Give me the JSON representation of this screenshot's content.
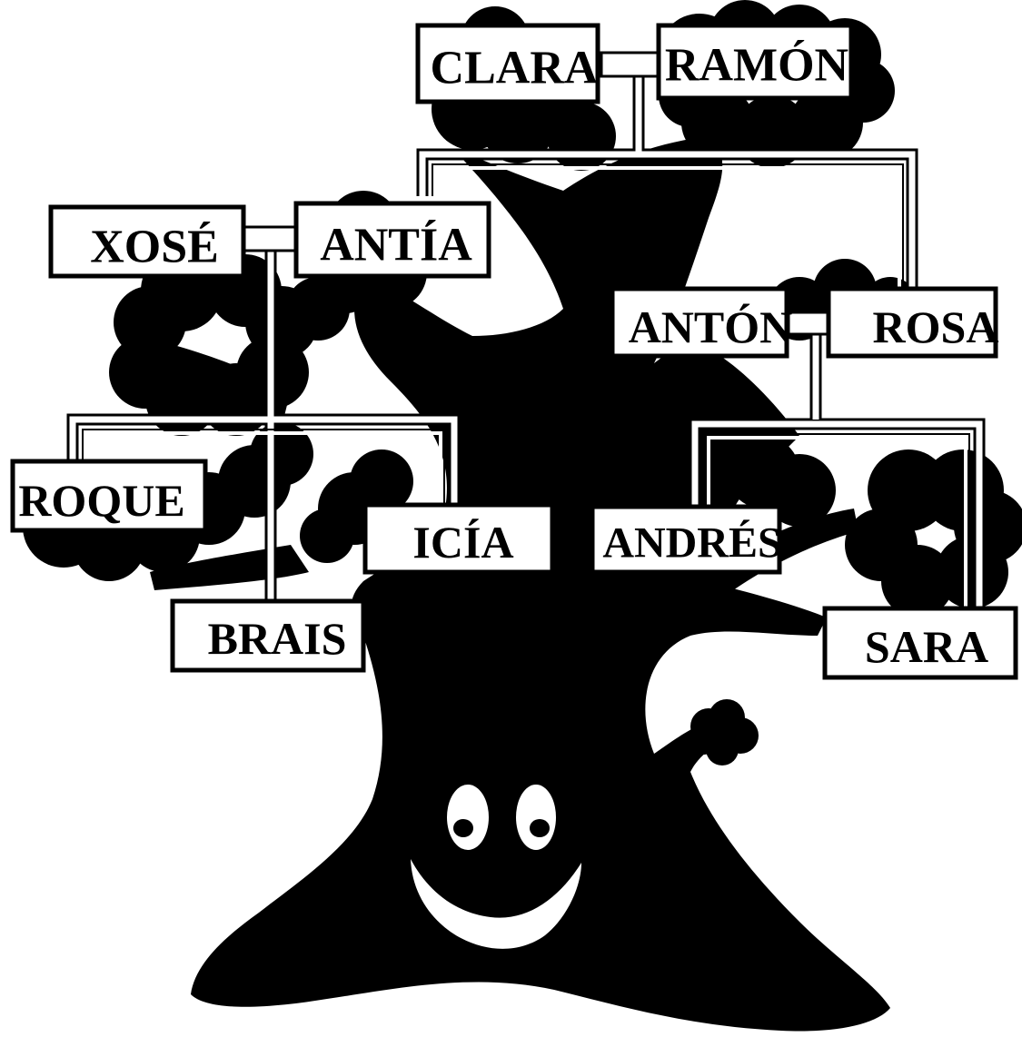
{
  "colors": {
    "silhouette": "#000000",
    "background": "#ffffff",
    "box_fill": "#ffffff",
    "box_stroke": "#000000"
  },
  "family": {
    "grandparents_1": {
      "a": "CLARA",
      "b": "RAMÓN"
    },
    "parents_left": {
      "a": "XOSÉ",
      "b": "ANTÍA"
    },
    "parents_right": {
      "a": "ANTÓN",
      "b": "ROSA"
    },
    "children_left": [
      "ROQUE",
      "BRAIS",
      "ICÍA"
    ],
    "children_right": [
      "ANDRÉS",
      "SARA"
    ]
  }
}
